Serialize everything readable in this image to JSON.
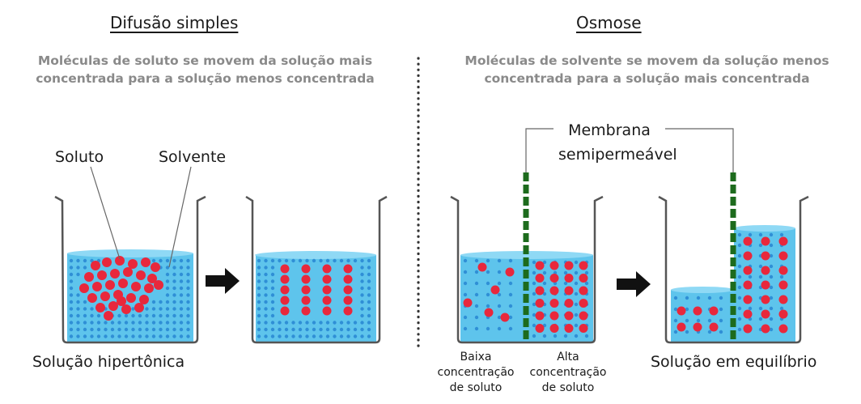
{
  "diffusion": {
    "title": "Difusão simples",
    "description": "Moléculas de soluto se movem da solução mais concentrada para a solução menos concentrada",
    "solute_label": "Soluto",
    "solvent_label": "Solvente",
    "bottom_label": "Solução hipertônica"
  },
  "osmosis": {
    "title": "Osmose",
    "description": "Moléculas de solvente se movem da solução menos concentrada para a solução mais concentrada",
    "membrane_label": "Membrana semipermeável",
    "low_label": "Baixa concentração de soluto",
    "high_label": "Alta concentração de soluto",
    "bottom_label": "Solução em equilíbrio"
  },
  "colors": {
    "water": "#5ec4ec",
    "water_top": "#8fd9f5",
    "solvent_dot": "#2f8fd6",
    "solute_dot": "#e8283c",
    "membrane": "#1d6b1d",
    "beaker": "#555555",
    "divider": "#333333"
  }
}
